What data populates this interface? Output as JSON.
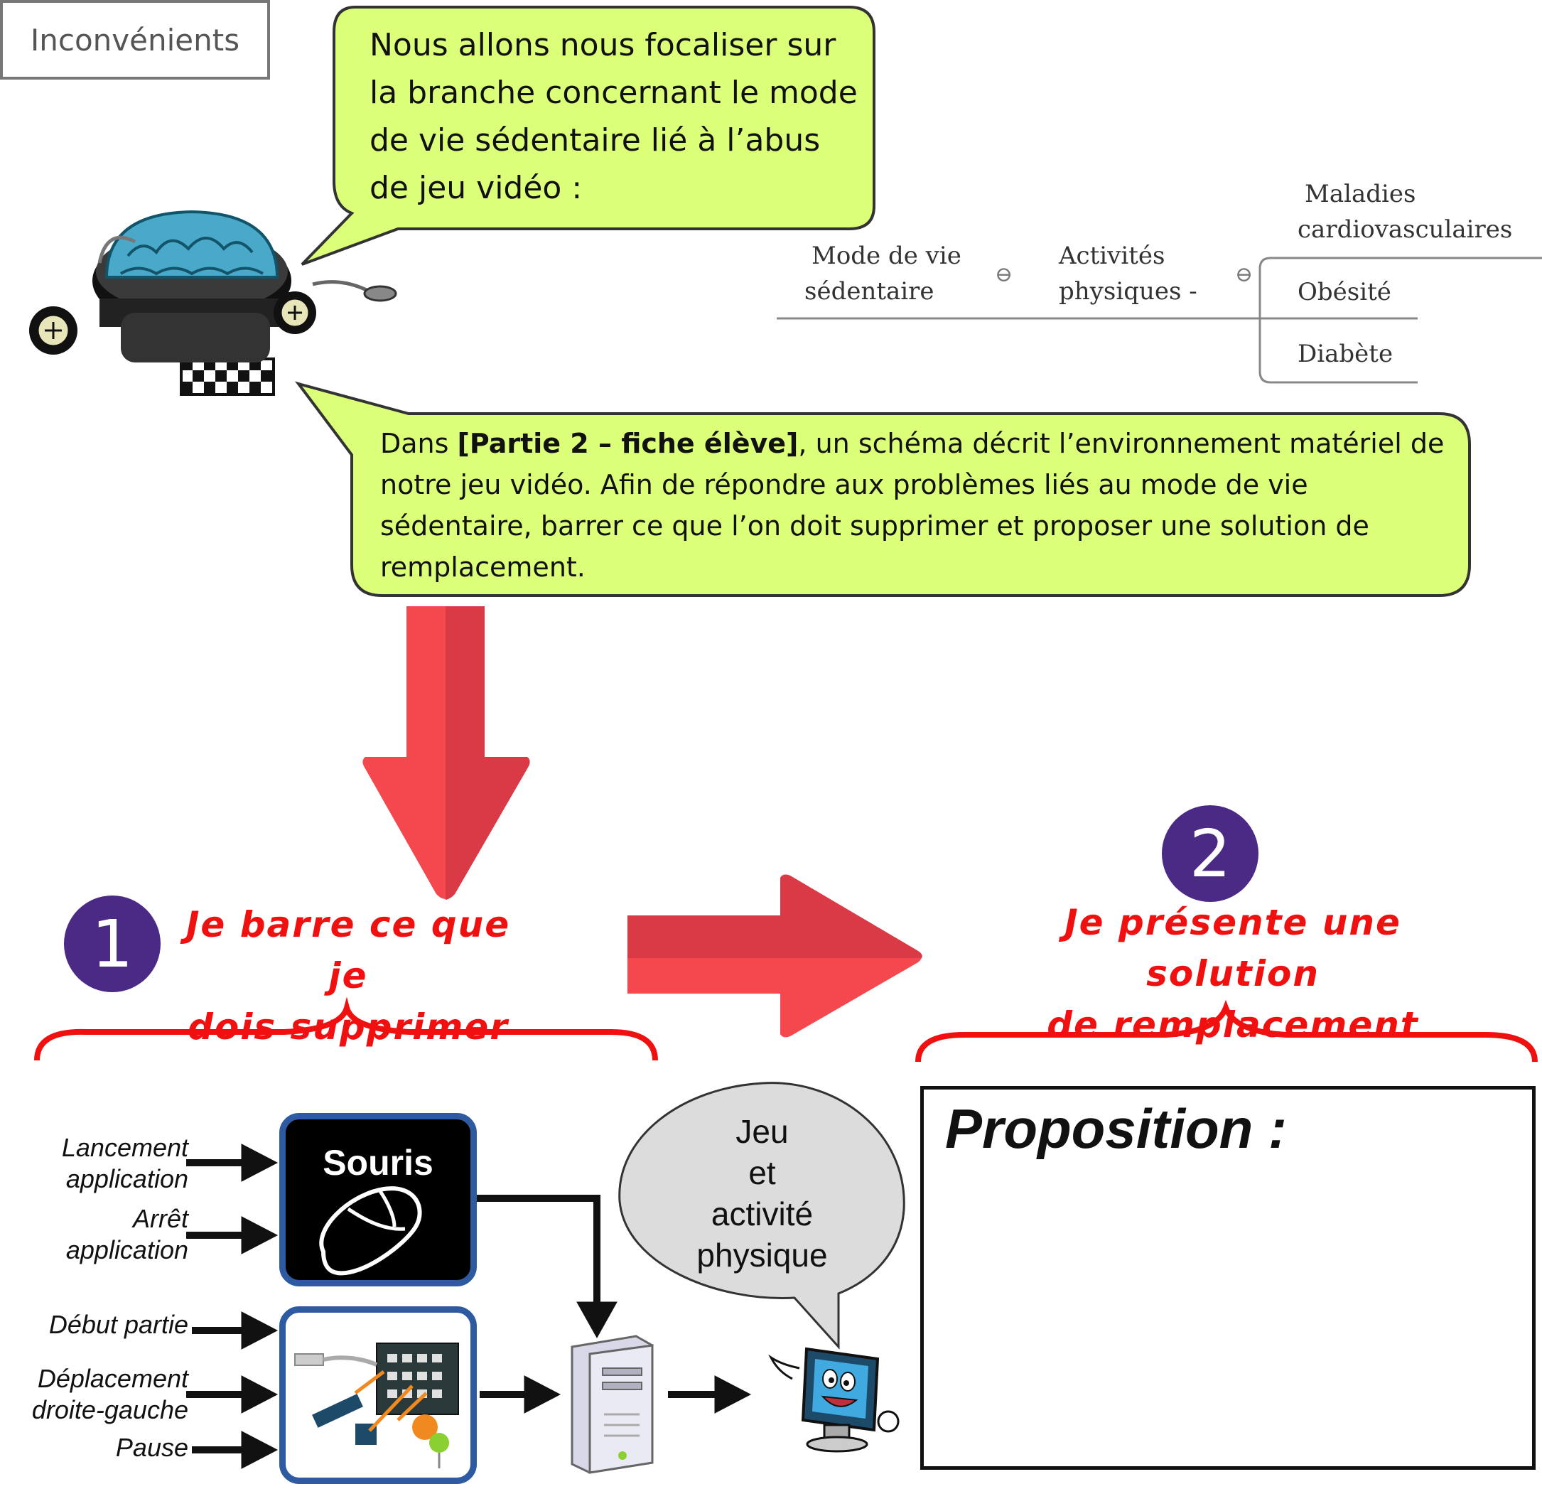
{
  "bubble_top": {
    "lines": [
      "Nous allons nous focaliser sur",
      "la branche concernant le mode",
      "de vie sédentaire lié à l’abus",
      "de jeu vidéo :"
    ]
  },
  "bubble_bottom": {
    "prefix": "Dans ",
    "bold": "[Partie 2 – fiche élève]",
    "rest_line1": ", un schéma décrit l’environnement matériel de",
    "line2": "notre jeu vidéo. Afin de répondre aux problèmes liés au mode de vie",
    "line3": "sédentaire, barrer ce que l’on doit supprimer et proposer une solution de",
    "line4": "remplacement."
  },
  "mindmap": {
    "root": "Inconvénients",
    "branch1": [
      "Mode de vie",
      "sédentaire"
    ],
    "branch2": [
      "Activités",
      "physiques -"
    ],
    "leaves": [
      {
        "lines": [
          "Maladies",
          "cardiovasculaires"
        ]
      },
      {
        "lines": [
          "Obésité"
        ]
      },
      {
        "lines": [
          "Diabète"
        ]
      }
    ],
    "collapse_symbol": "⊖"
  },
  "step1": {
    "number": "1",
    "title_lines": [
      "Je barre ce que je",
      "dois supprimer"
    ]
  },
  "step2": {
    "number": "2",
    "title_lines": [
      "Je présente une solution",
      "de remplacement"
    ]
  },
  "proposition": {
    "label": "Proposition :"
  },
  "diagram": {
    "mouse_label": "Souris",
    "mouse_inputs": [
      [
        "Lancement",
        "application"
      ],
      [
        "Arrêt",
        "application"
      ]
    ],
    "board_inputs": [
      [
        "Début partie"
      ],
      [
        "Déplacement",
        "droite-gauche"
      ],
      [
        "Pause"
      ]
    ],
    "speech": [
      "Jeu",
      "et",
      "activité",
      "physique"
    ]
  },
  "colors": {
    "bubble_fill": "#dcff7a",
    "arrow_red": "#f5474e",
    "arrow_red_dark": "#d93a45",
    "step_title": "#f01010",
    "number_circle": "#4a2a84",
    "block_border": "#2d5aa0",
    "speech_fill": "#dcdcdc"
  },
  "icons": [
    "robot-brain-icon",
    "mouse-icon",
    "arduino-board-icon",
    "computer-tower-icon",
    "smiling-monitor-icon"
  ]
}
